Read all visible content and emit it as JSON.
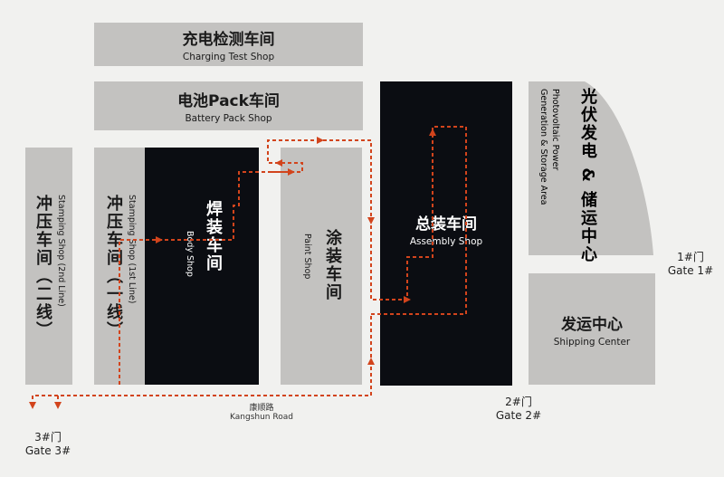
{
  "buildings": {
    "charging_test_shop": {
      "cn": "充电检测车间",
      "en": "Charging Test Shop"
    },
    "battery_pack_shop": {
      "cn": "电池Pack车间",
      "en": "Battery Pack Shop"
    },
    "stamping_shop_2nd": {
      "cn": "冲压车间（二线）",
      "en": "Stamping Shop (2nd Line)"
    },
    "stamping_shop_1st": {
      "cn": "冲压车间（一线）",
      "en": "Stamping Shop (1st Line)"
    },
    "body_shop": {
      "cn": "焊装车间",
      "en": "Body Shop"
    },
    "paint_shop": {
      "cn": "涂装车间",
      "en": "Paint Shop"
    },
    "assembly_shop": {
      "cn": "总装车间",
      "en": "Assembly Shop"
    },
    "pv_storage_area": {
      "cn": "光伏发电 & 储运中心",
      "en1": "Photovoltaic Power",
      "en2": "Generation & Storage Area"
    },
    "shipping_center": {
      "cn": "发运中心",
      "en": "Shipping Center"
    }
  },
  "gates": {
    "gate1": {
      "cn": "1#门",
      "en": "Gate 1#"
    },
    "gate2": {
      "cn": "2#门",
      "en": "Gate 2#"
    },
    "gate3": {
      "cn": "3#门",
      "en": "Gate 3#"
    }
  },
  "road": {
    "cn": "康顺路",
    "en": "Kangshun Road"
  },
  "colors": {
    "background": "#f1f1ef",
    "building_grey": "#c3c2c0",
    "building_dark": "#0b0d12",
    "route": "#d2441c"
  }
}
